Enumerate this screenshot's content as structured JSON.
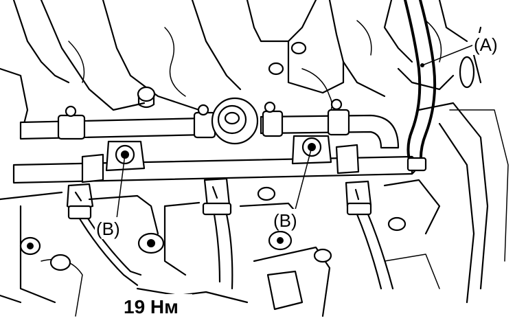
{
  "labels": {
    "a": "(A)",
    "b_left": "(B)",
    "b_right": "(B)"
  },
  "torque": "19 Нм"
}
